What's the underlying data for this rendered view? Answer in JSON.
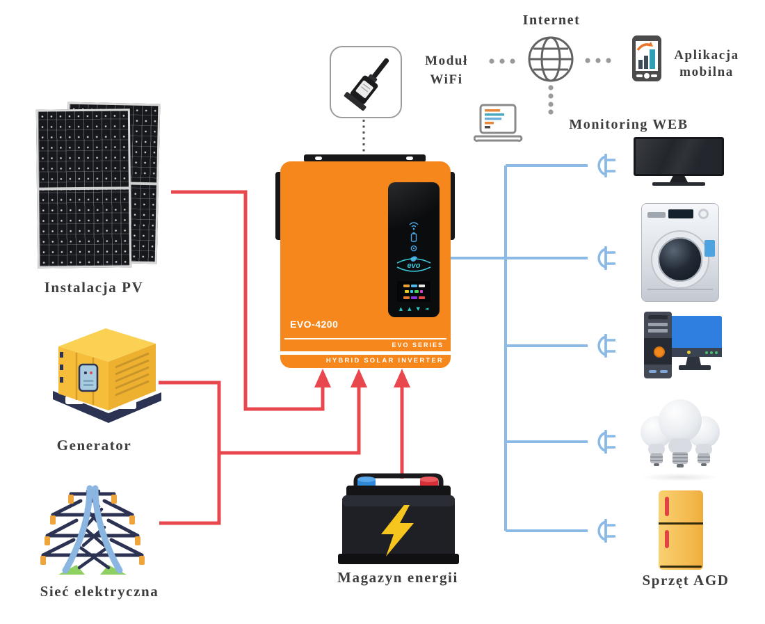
{
  "diagram": {
    "internet": {
      "label": "Internet"
    },
    "wifi_module": {
      "line1": "Moduł",
      "line2": "WiFi"
    },
    "mobile_app": {
      "line1": "Aplikacja",
      "line2": "mobilna"
    },
    "web_monitoring": {
      "label": "Monitoring WEB"
    },
    "pv": {
      "label": "Instalacja PV"
    },
    "generator": {
      "label": "Generator"
    },
    "grid": {
      "label": "Sieć elektryczna"
    },
    "battery": {
      "label": "Magazyn energii"
    },
    "appliances": {
      "label": "Sprzęt AGD"
    }
  },
  "inverter": {
    "model": "EVO-4200",
    "series": "EVO SERIES",
    "product_type": "HYBRID SOLAR INVERTER",
    "logo": "evo",
    "button_glyphs": [
      "▲",
      "▲",
      "▼",
      "◄"
    ]
  },
  "colors": {
    "source_line_red": "#e8474e",
    "load_line_blue": "#8bbae6",
    "inverter_orange": "#f5871d",
    "label_text": "#3d3d3d"
  }
}
